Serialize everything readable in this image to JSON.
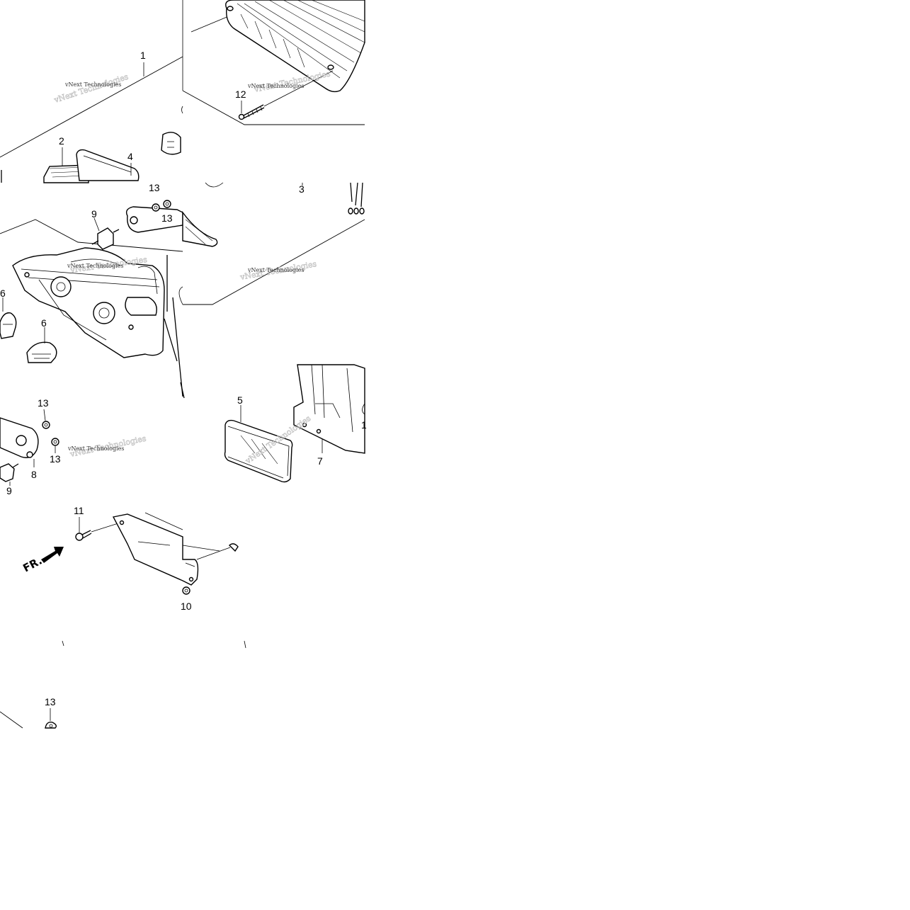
{
  "diagram": {
    "callouts": {
      "c1": "1",
      "c2": "2",
      "c3": "3",
      "c4": "4",
      "c5": "5",
      "c6a": "6",
      "c6b": "6",
      "c7": "7",
      "c8": "8",
      "c9a": "9",
      "c9b": "9",
      "c10": "10",
      "c11": "11",
      "c12": "12",
      "c13a": "13",
      "c13b": "13",
      "c13c": "13",
      "c13d": "13",
      "c13e": "13",
      "c10b": "1"
    },
    "front_arrow": "FR.",
    "watermark": "vNext Technologies"
  }
}
